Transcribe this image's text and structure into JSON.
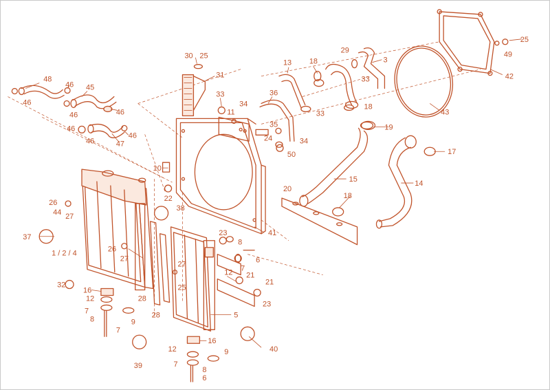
{
  "colors": {
    "accent": "#c0532a",
    "fill": "#fbe9df",
    "border": "#c8c8c8"
  },
  "callouts": {
    "c48": "48",
    "c46a": "46",
    "c46b": "46",
    "c46c": "46",
    "c46d": "46",
    "c46e": "46",
    "c46f": "46",
    "c46g": "46",
    "c45": "45",
    "c47": "47",
    "c30": "30",
    "c25a": "25",
    "c31": "31",
    "c33a": "33",
    "c11": "11",
    "c34a": "34",
    "c36": "36",
    "c35": "35",
    "c24": "24",
    "c34b": "34",
    "c50": "50",
    "c13": "13",
    "c18a": "18",
    "c33b": "33",
    "c29": "29",
    "c33c": "33",
    "c18b": "18",
    "c3": "3",
    "c19": "19",
    "c15": "15",
    "c43": "43",
    "c42": "42",
    "c49": "49",
    "c25b": "25",
    "c17": "17",
    "c14": "14",
    "c10": "10",
    "c22": "22",
    "c38": "38",
    "c26a": "26",
    "c44": "44",
    "c27a": "27",
    "c37": "37",
    "c124": "1 / 2 / 4",
    "c26b": "26",
    "c27b": "27",
    "c32": "32",
    "c16a": "16",
    "c12a": "12",
    "c7a": "7",
    "c8a": "8",
    "c7b": "7",
    "c9a": "9",
    "c28a": "28",
    "c28b": "28",
    "c39": "39",
    "c20": "20",
    "c18c": "18",
    "c41": "41",
    "c23a": "23",
    "c8b": "8",
    "c6a": "6",
    "c7c": "7",
    "c12b": "12",
    "c21a": "21",
    "c21b": "21",
    "c23b": "23",
    "c27c": "27",
    "c25c": "25",
    "c5": "5",
    "c40": "40",
    "c16b": "16",
    "c12c": "12",
    "c9b": "9",
    "c7d": "7",
    "c8c": "8",
    "c6b": "6"
  }
}
